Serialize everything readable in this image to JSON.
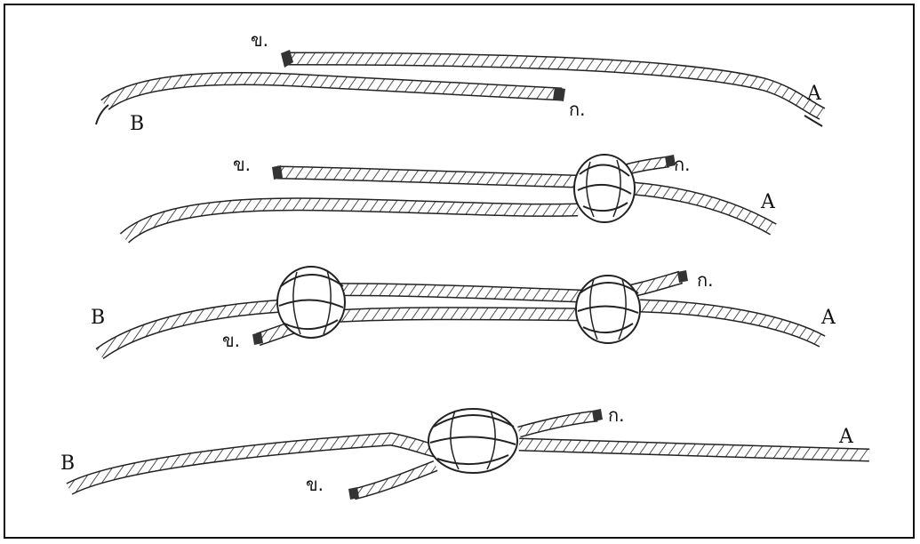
{
  "figure": {
    "title": "",
    "panels": [
      {
        "id": "step-1",
        "labels": {
          "standing_end": "A",
          "working_end": "B",
          "end_kha": "ข.",
          "end_ko": "ก."
        }
      },
      {
        "id": "step-2",
        "labels": {
          "standing_end": "A",
          "end_kha": "ข.",
          "end_ko": "ก."
        }
      },
      {
        "id": "step-3",
        "labels": {
          "standing_end": "A",
          "working_end": "B",
          "end_kha": "ข.",
          "end_ko": "ก."
        }
      },
      {
        "id": "step-4",
        "labels": {
          "standing_end": "A",
          "working_end": "B",
          "end_kha": "ข.",
          "end_ko": "ก."
        }
      }
    ]
  },
  "colors": {
    "ink": "#111111",
    "rope_fill": "#ffffff",
    "background": "#ffffff"
  }
}
